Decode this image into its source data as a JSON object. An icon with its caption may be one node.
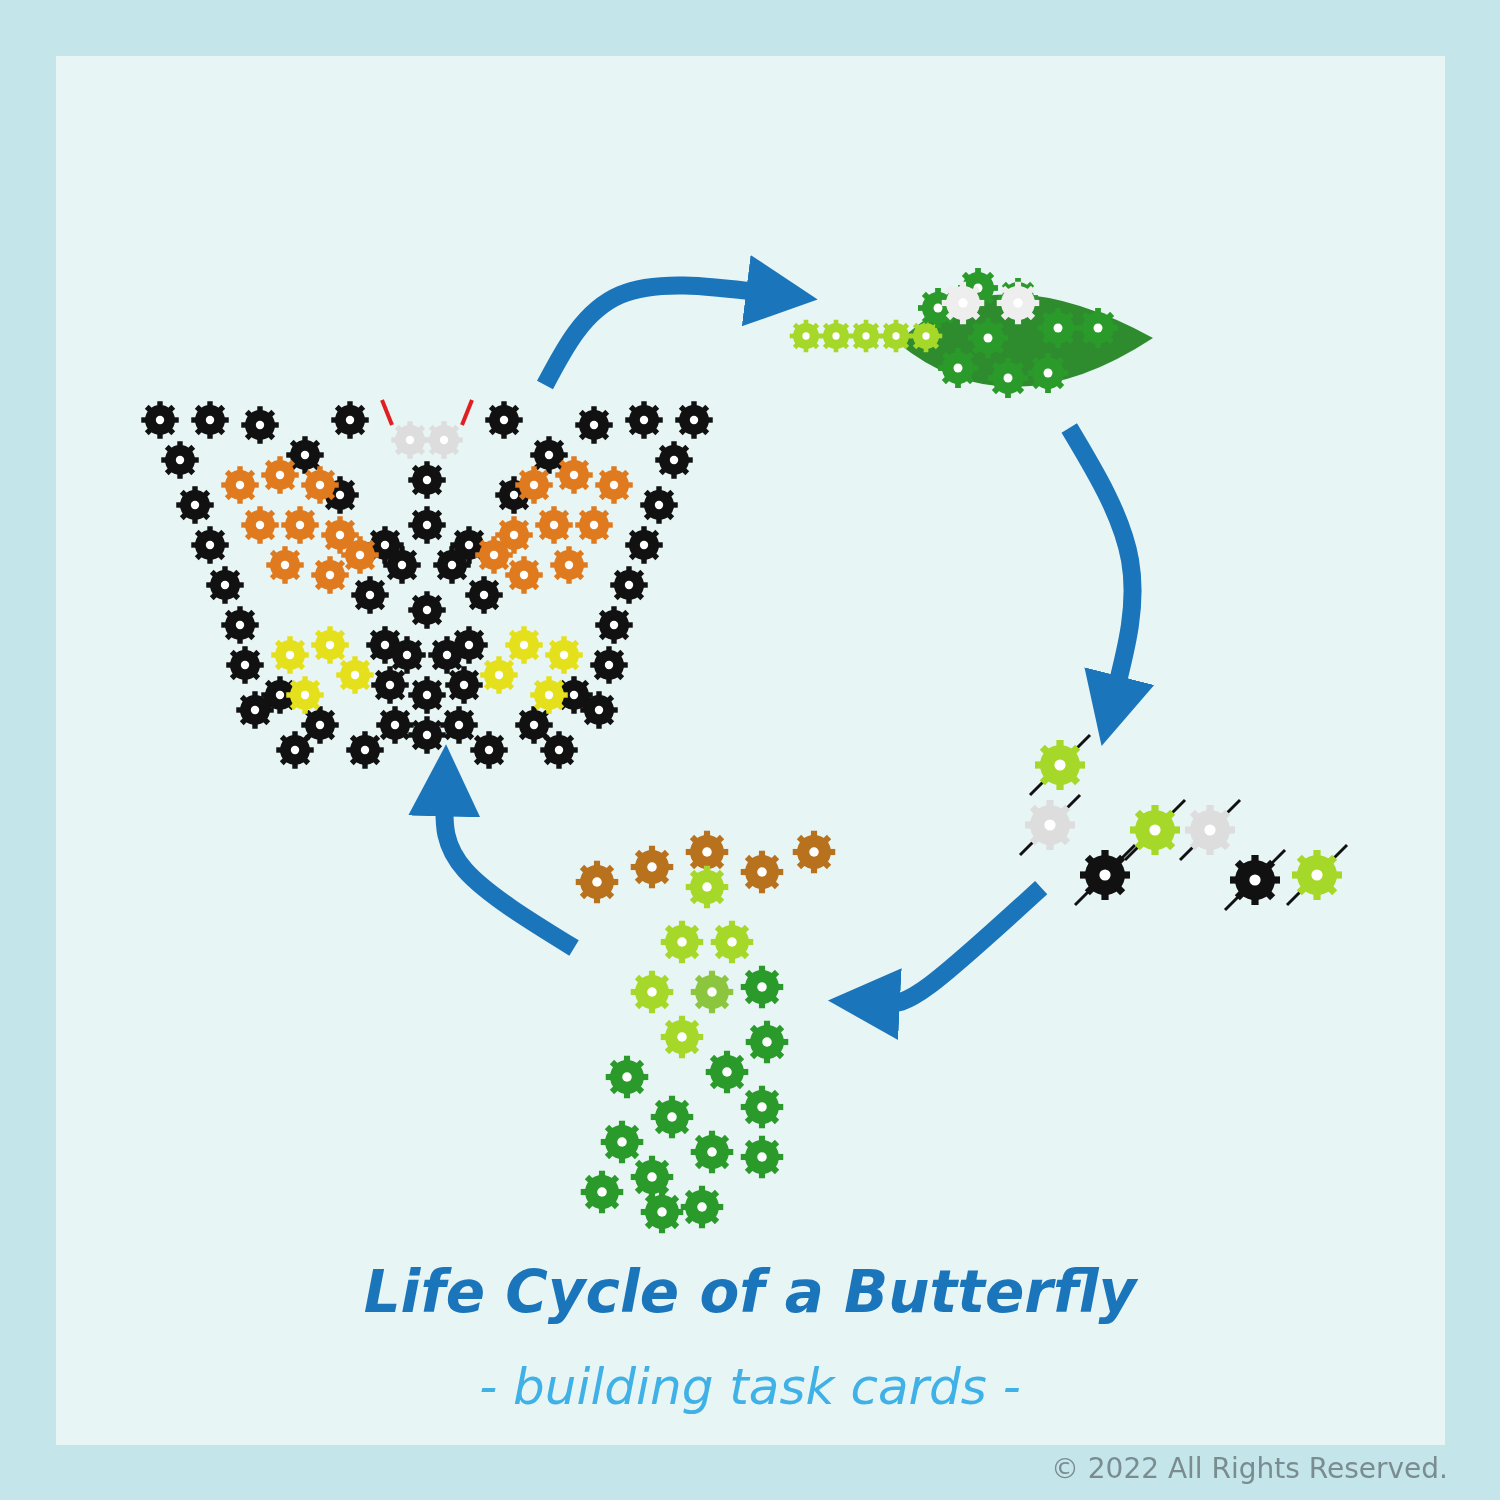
{
  "diagram": {
    "title": "Life Cycle of a Butterfly",
    "caption": "- building task cards -",
    "nodes": [
      {
        "text": [],
        "shape": "picture"
      },
      {
        "text": [],
        "shape": "picture"
      },
      {
        "text": [],
        "shape": "picture"
      },
      {
        "text": [],
        "shape": "picture"
      }
    ],
    "edges": [
      {
        "from": 0,
        "to": 1,
        "arrow": "to"
      },
      {
        "from": 1,
        "to": 2,
        "arrow": "to"
      },
      {
        "from": 2,
        "to": 3,
        "arrow": "to"
      },
      {
        "from": 3,
        "to": 0,
        "arrow": "to"
      }
    ],
    "labels": [
      "© 2022 All Rights Reserved."
    ]
  }
}
